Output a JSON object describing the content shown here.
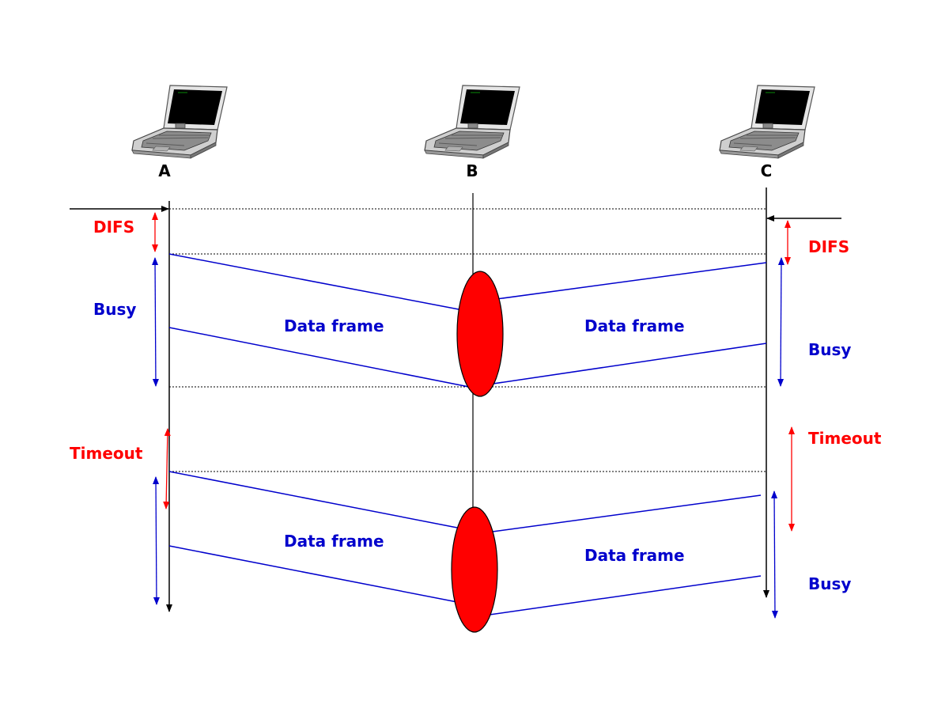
{
  "nodes": {
    "a": "A",
    "b": "B",
    "c": "C"
  },
  "labels": {
    "difs_a": "DIFS",
    "busy_a": "Busy",
    "timeout_a": "Timeout",
    "difs_c": "DIFS",
    "busy_c1": "Busy",
    "timeout_c": "Timeout",
    "busy_c2": "Busy"
  },
  "frames": {
    "a1": "Data frame",
    "c1": "Data frame",
    "a2": "Data frame",
    "c2": "Data frame"
  },
  "icons": [
    "laptop-icon",
    "laptop-icon",
    "laptop-icon"
  ],
  "colors": {
    "collision": "#ff0000",
    "busy": "#0000cc",
    "difs_timeout": "#ff0000",
    "timeline": "#000000"
  }
}
